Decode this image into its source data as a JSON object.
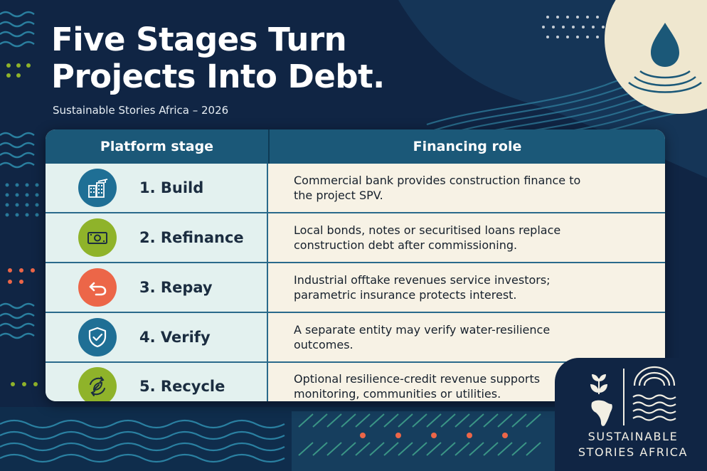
{
  "page": {
    "title_line1": "Five Stages Turn",
    "title_line2": "Projects Into Debt.",
    "subtitle": "Sustainable Stories Africa – 2026"
  },
  "table": {
    "header_stage": "Platform stage",
    "header_role": "Financing role",
    "rows": [
      {
        "stage": "1. Build",
        "role": "Commercial bank provides construction finance to the project SPV.",
        "icon": "buildings-crane-icon",
        "color": "#1f6f95"
      },
      {
        "stage": "2. Refinance",
        "role": "Local bonds, notes or securitised loans replace construction debt after commissioning.",
        "icon": "banknote-icon",
        "color": "#8fb32a"
      },
      {
        "stage": "3. Repay",
        "role": "Industrial offtake revenues service investors; parametric insurance protects interest.",
        "icon": "return-arrow-icon",
        "color": "#ec6648"
      },
      {
        "stage": "4. Verify",
        "role": "A separate entity may verify water-resilience outcomes.",
        "icon": "shield-check-icon",
        "color": "#1f6f95"
      },
      {
        "stage": "5. Recycle",
        "role": "Optional resilience-credit revenue supports monitoring, communities or utilities.",
        "icon": "recycle-leaf-icon",
        "color": "#8fb32a"
      }
    ]
  },
  "brand": {
    "line1": "SUSTAINABLE",
    "line2": "STORIES AFRICA"
  },
  "colors": {
    "background": "#102544",
    "header": "#1b5878",
    "accent_green": "#8fb32a",
    "accent_orange": "#ec6648",
    "accent_blue": "#1f6f95"
  }
}
